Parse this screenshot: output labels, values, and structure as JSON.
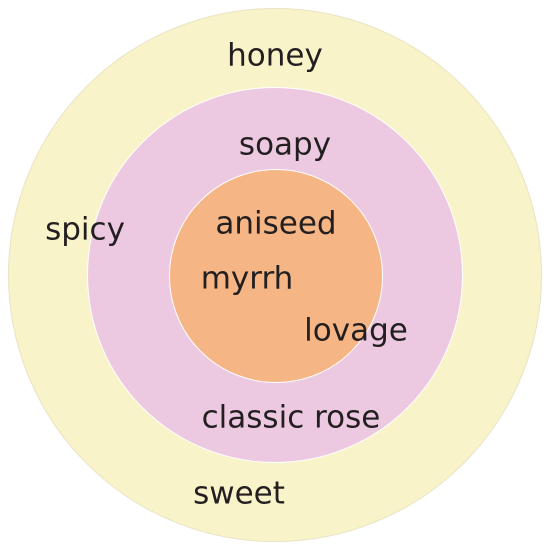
{
  "rings": {
    "outer": {
      "color": "#f8f3c9",
      "labels": [
        "honey",
        "spicy",
        "sweet"
      ]
    },
    "middle": {
      "color": "#edc9e1",
      "labels": [
        "soapy",
        "classic rose"
      ]
    },
    "inner": {
      "color": "#f6b584",
      "labels": [
        "aniseed",
        "myrrh",
        "lovage"
      ]
    }
  }
}
